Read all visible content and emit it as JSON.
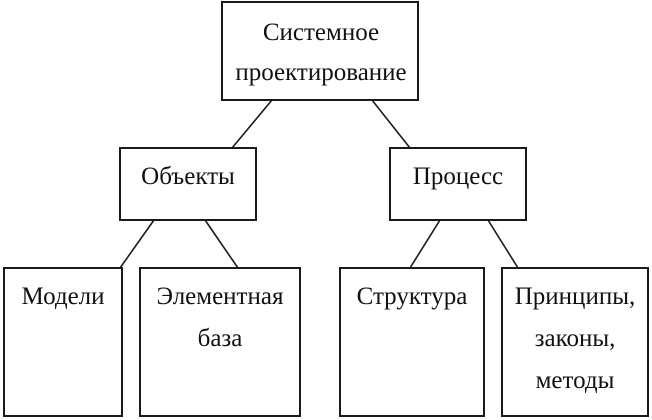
{
  "diagram": {
    "root": {
      "line1": "Системное",
      "line2": "проектирование"
    },
    "objects": {
      "label": "Объекты"
    },
    "process": {
      "label": "Процесс"
    },
    "models": {
      "label": "Модели"
    },
    "elements": {
      "line1": "Элементная",
      "line2": "база"
    },
    "structure": {
      "label": "Структура"
    },
    "principles": {
      "line1": "Принципы,",
      "line2": "законы,",
      "line3": "методы"
    }
  }
}
